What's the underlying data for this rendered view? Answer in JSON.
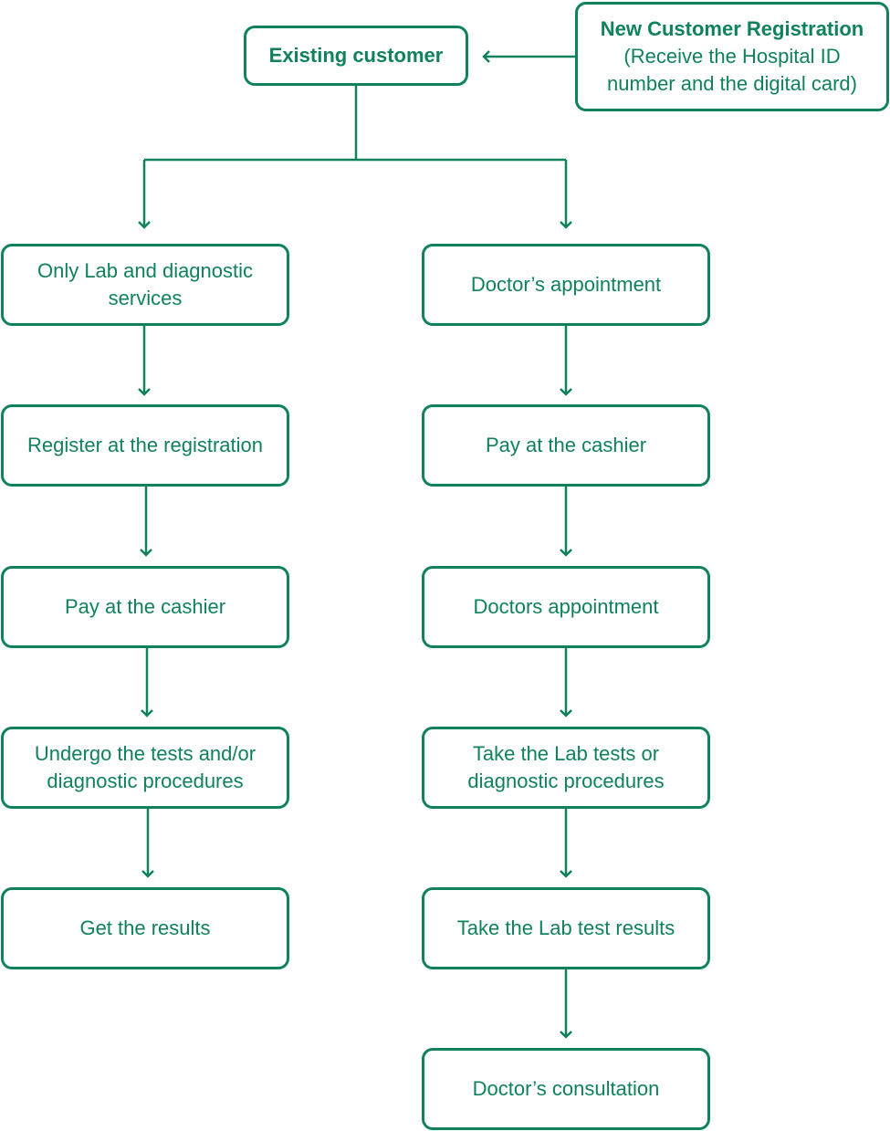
{
  "colors": {
    "accent": "#10825a"
  },
  "nodes": {
    "existing": {
      "label": "Existing customer"
    },
    "new_reg": {
      "title": "New Customer Registration",
      "line2": "(Receive the Hospital ID",
      "line3": "number and the digital card)"
    },
    "lab_only": {
      "label": "Only Lab and diagnostic services"
    },
    "register": {
      "label": "Register at the registration"
    },
    "pay_left": {
      "label": "Pay at the cashier"
    },
    "undergo": {
      "label": "Undergo the tests and/or diagnostic procedures"
    },
    "get_results": {
      "label": "Get the results"
    },
    "doc_appt1": {
      "label": "Doctor’s appointment"
    },
    "pay_right": {
      "label": "Pay at the cashier"
    },
    "doc_appt2": {
      "label": "Doctors appointment"
    },
    "take_tests": {
      "label": "Take the Lab tests or diagnostic procedures"
    },
    "take_results": {
      "label": "Take the Lab test results"
    },
    "consult": {
      "label": "Doctor’s consultation"
    }
  }
}
